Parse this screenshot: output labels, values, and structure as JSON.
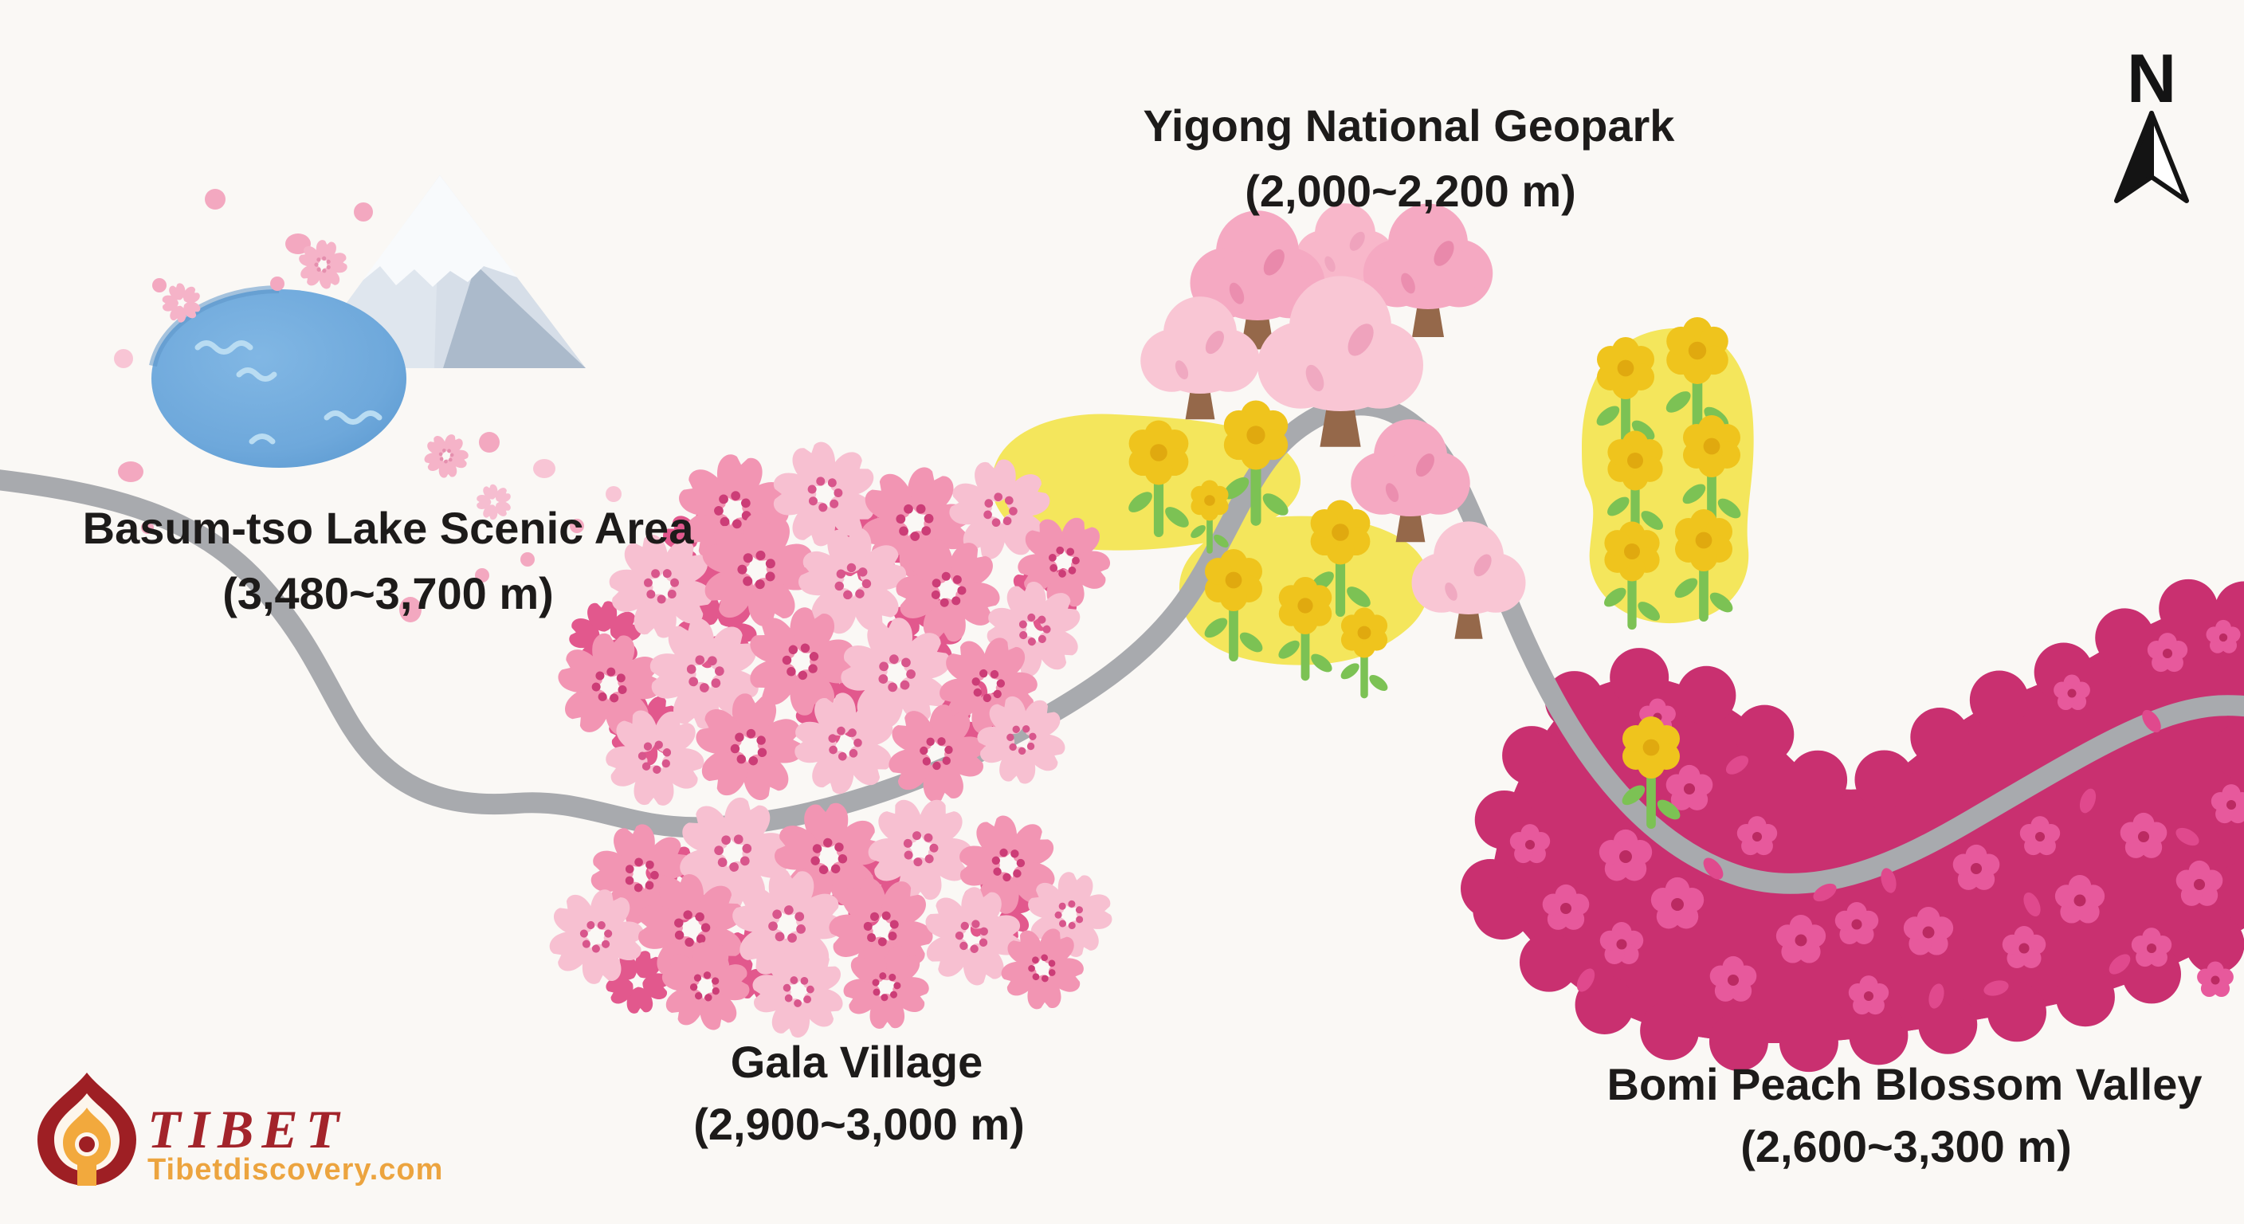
{
  "compass": {
    "label": "N"
  },
  "locations": [
    {
      "id": "basum",
      "name": "Basum-tso Lake Scenic Area",
      "elevation": "(3,480~3,700 m)"
    },
    {
      "id": "yigong",
      "name": "Yigong National Geopark",
      "elevation": "(2,000~2,200 m)"
    },
    {
      "id": "gala",
      "name": "Gala Village",
      "elevation": "(2,900~3,000 m)"
    },
    {
      "id": "bomi",
      "name": "Bomi Peach Blossom Valley",
      "elevation": "(2,600~3,300 m)"
    }
  ],
  "logo": {
    "brand": "TIBET",
    "site": "Tibetdiscovery.com"
  },
  "icons": [
    "north-arrow-icon",
    "mountain-icon",
    "lake-icon",
    "sakura-blossom-icon",
    "cherry-tree-icon",
    "rapeseed-flower-icon",
    "road-line",
    "flame-drop-logo-icon"
  ],
  "colors": {
    "background": "#faf8f5",
    "road": "#a8aaae",
    "label_text": "#1d1b1a",
    "lake_blue": "#6ea8db",
    "lake_wave": "#b9dcf2",
    "mountain_body": "#d6dee8",
    "mountain_shade": "#abbacb",
    "mountain_snow": "#f8fafc",
    "sakura_light": "#f7c0d1",
    "sakura_mid": "#f295b3",
    "sakura_dark": "#e2588d",
    "tree_canopy_light": "#f9c6d4",
    "tree_canopy_mid": "#f5a9c2",
    "tree_trunk": "#95684a",
    "field_yellow": "#f4e65c",
    "rapeseed_yellow": "#efc41d",
    "stem_green": "#7cc254",
    "valley_magenta": "#c93070",
    "valley_flower_pink": "#e7599c",
    "logo_dark_red": "#9e1f24",
    "logo_orange": "#f0a63c"
  }
}
